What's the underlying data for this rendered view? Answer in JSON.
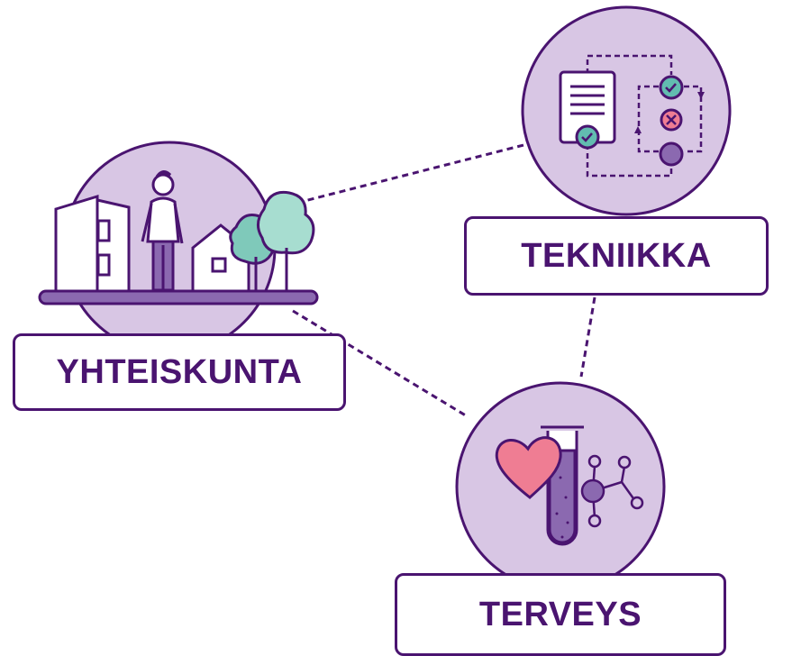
{
  "nodes": {
    "society": {
      "label": "YHTEISKUNTA"
    },
    "technology": {
      "label": "TEKNIIKKA"
    },
    "health": {
      "label": "TERVEYS"
    }
  },
  "colors": {
    "outline": "#4a1470",
    "circle_fill": "#d8c6e4",
    "accent_purple": "#8b69b0",
    "tree_teal": "#7fc9ba",
    "tree_mint": "#a7ddd0",
    "heart_pink": "#ef7d93",
    "check_teal": "#62bcb0"
  },
  "icons": {
    "society": [
      "buildings-icon",
      "person-icon",
      "house-icon",
      "trees-icon"
    ],
    "technology": [
      "document-check-icon",
      "process-flow-icon"
    ],
    "health": [
      "heart-icon",
      "test-tube-icon",
      "molecule-icon"
    ]
  }
}
